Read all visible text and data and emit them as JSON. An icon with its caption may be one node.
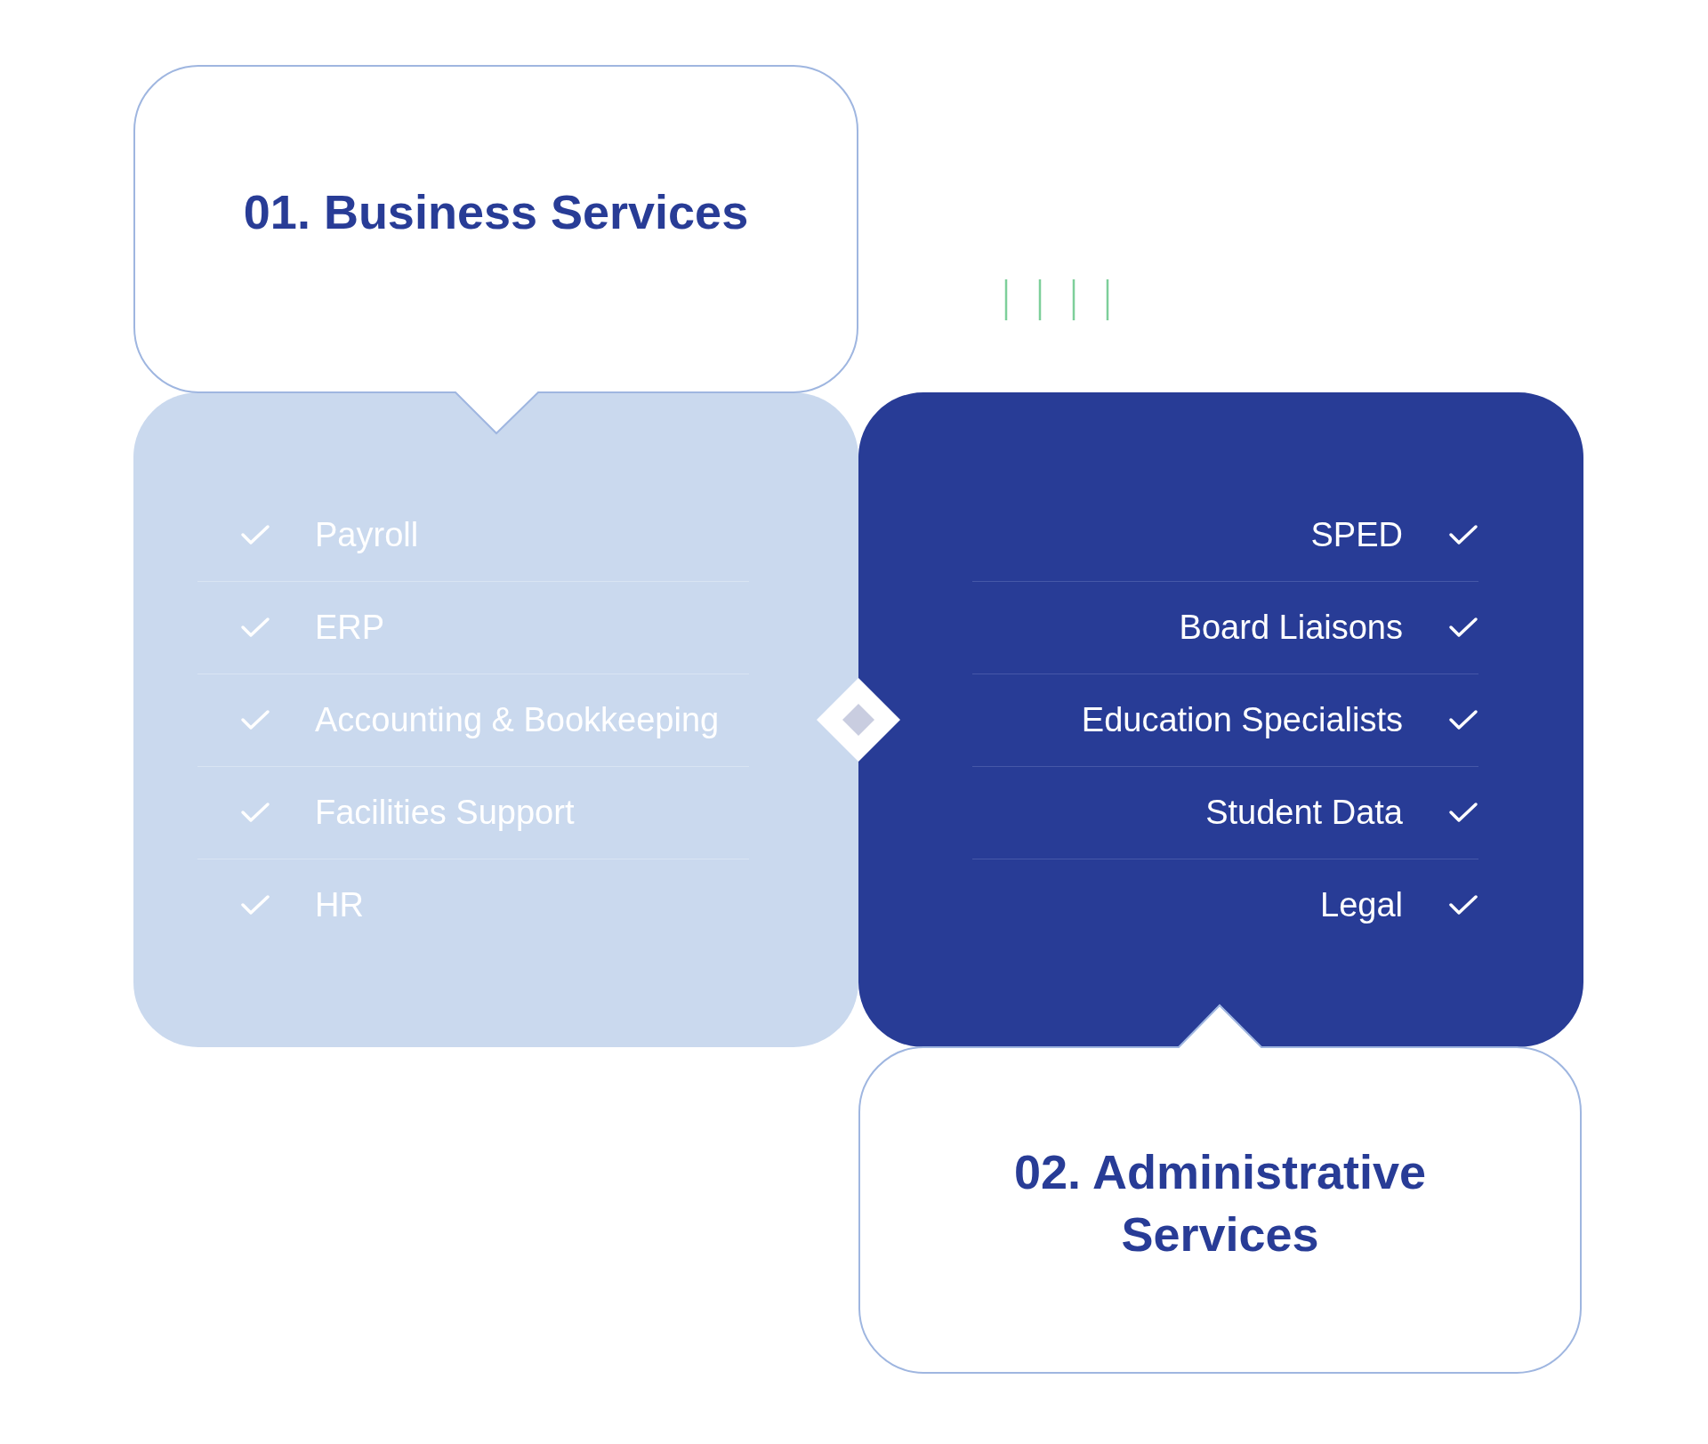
{
  "diagram": {
    "nodes": [
      {
        "text": [
          "01. Business Services"
        ]
      },
      {
        "text": [
          "Payroll",
          "ERP",
          "Accounting & Bookkeeping",
          "Facilities Support",
          "HR"
        ]
      },
      {
        "text": [
          "SPED",
          "Board Liaisons",
          "Education Specialists",
          "Student Data",
          "Legal"
        ]
      },
      {
        "text": [
          "02. Administrative Services"
        ]
      }
    ]
  }
}
